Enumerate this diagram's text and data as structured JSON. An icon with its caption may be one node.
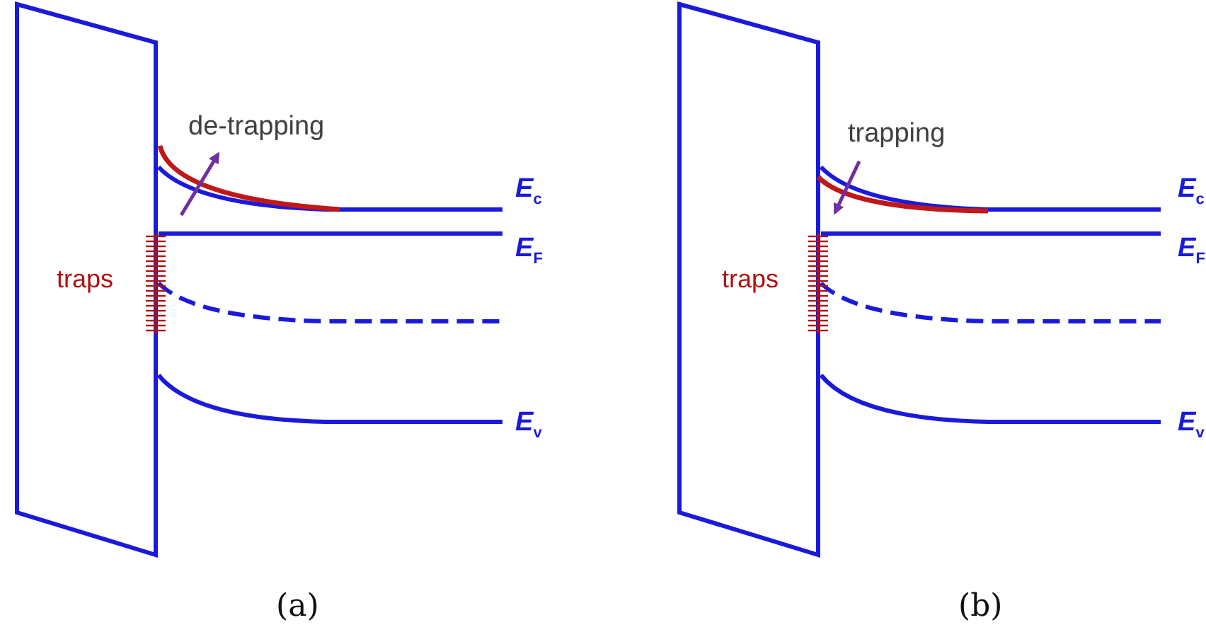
{
  "diagram": {
    "labels": [
      "de-trapping",
      "E$_{c}$",
      "E$_{F}$",
      "traps",
      "E$_{v}$",
      "trapping",
      "E$_{c}$",
      "E$_{F}$",
      "traps",
      "E$_{v}$",
      "(a)",
      "(b)"
    ]
  }
}
